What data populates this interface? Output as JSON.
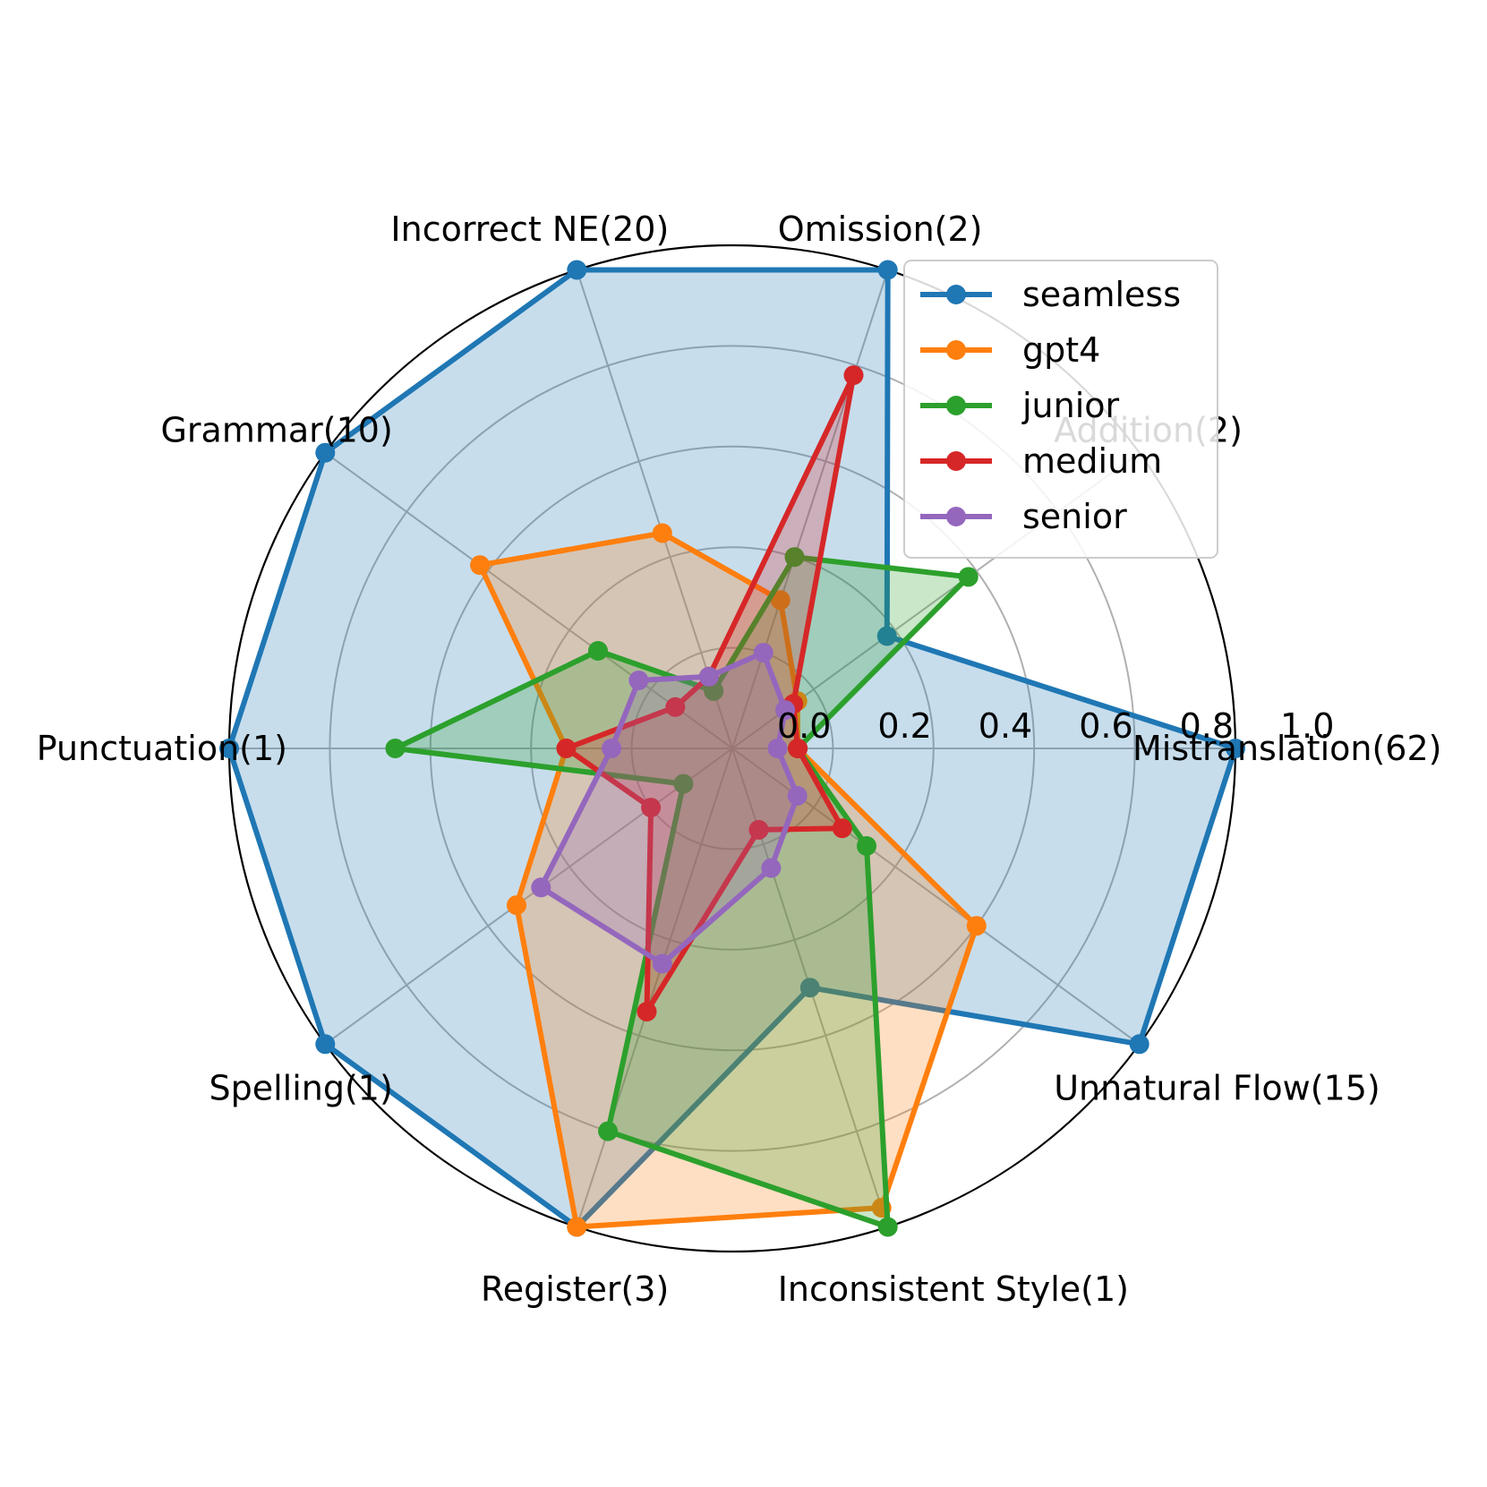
{
  "chart_data": {
    "type": "radar",
    "categories": [
      "Mistranslation(62)",
      "Addition(2)",
      "Omission(2)",
      "Incorrect NE(20)",
      "Grammar(10)",
      "Punctuation(1)",
      "Spelling(1)",
      "Register(3)",
      "Inconsistent Style(1)",
      "Unnatural Flow(15)"
    ],
    "rlim": [
      0,
      1.0
    ],
    "rticks": [
      "0.0",
      "0.2",
      "0.4",
      "0.6",
      "0.8",
      "1.0"
    ],
    "grid": true,
    "legend_position": "top-right",
    "series": [
      {
        "name": "seamless",
        "color": "#1f77b4",
        "fill": true,
        "values": [
          1.0,
          0.38,
          1.0,
          1.0,
          1.0,
          1.0,
          1.0,
          1.0,
          0.5,
          1.0
        ]
      },
      {
        "name": "gpt4",
        "color": "#ff7f0e",
        "fill": true,
        "values": [
          0.13,
          0.16,
          0.31,
          0.45,
          0.62,
          0.33,
          0.53,
          1.0,
          0.96,
          0.6
        ]
      },
      {
        "name": "junior",
        "color": "#2ca02c",
        "fill": true,
        "values": [
          0.13,
          0.58,
          0.4,
          0.12,
          0.33,
          0.67,
          0.12,
          0.8,
          1.0,
          0.33
        ]
      },
      {
        "name": "medium",
        "color": "#d62728",
        "fill": true,
        "values": [
          0.13,
          0.15,
          0.78,
          0.15,
          0.14,
          0.33,
          0.2,
          0.55,
          0.17,
          0.27
        ]
      },
      {
        "name": "senior",
        "color": "#9467bd",
        "fill": true,
        "values": [
          0.09,
          0.13,
          0.2,
          0.15,
          0.23,
          0.24,
          0.47,
          0.45,
          0.25,
          0.16
        ]
      }
    ]
  }
}
